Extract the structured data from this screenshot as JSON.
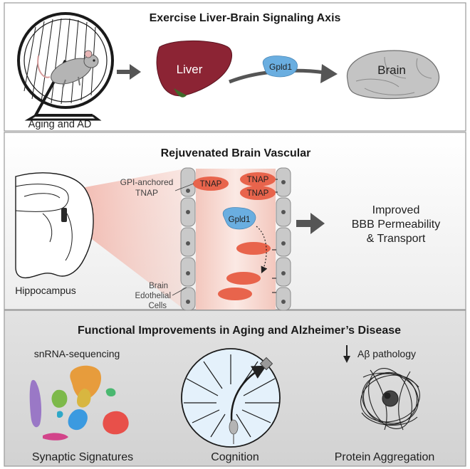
{
  "panels": {
    "top": {
      "title": "Exercise Liver-Brain Signaling Axis",
      "caption": "Aging and AD",
      "liver": "Liver",
      "factor": "Gpld1",
      "brain": "Brain"
    },
    "middle": {
      "title": "Rejuvenated Brain Vascular",
      "hippocampus": "Hippocampus",
      "gpi_line1": "GPI-anchored",
      "gpi_line2": "TNAP",
      "tnap": "TNAP",
      "factor": "Gpld1",
      "endo_line1": "Brain",
      "endo_line2": "Edothelial",
      "endo_line3": "Cells",
      "outcome_line1": "Improved",
      "outcome_line2": "BBB Permeability",
      "outcome_line3": "& Transport"
    },
    "bottom": {
      "title": "Functional Improvements in Aging and Alzheimer’s Disease",
      "snrna": "snRNA-sequencing",
      "abeta": "Aβ pathology",
      "synaptic": "Synaptic Signatures",
      "cognition": "Cognition",
      "protein": "Protein Aggregation"
    }
  },
  "colors": {
    "liver": "#8c2434",
    "gpld1": "#6aaee0",
    "brain": "#c4c4c4",
    "tnap": "#e8644c",
    "arrow": "#555555",
    "maze": "#e4f1fb",
    "cluster_orange": "#e8952a",
    "cluster_purple": "#9a78c6",
    "cluster_green": "#7db94a",
    "cluster_blue": "#3b9ae0",
    "cluster_red": "#e8504a",
    "cluster_pink": "#d2448a"
  }
}
